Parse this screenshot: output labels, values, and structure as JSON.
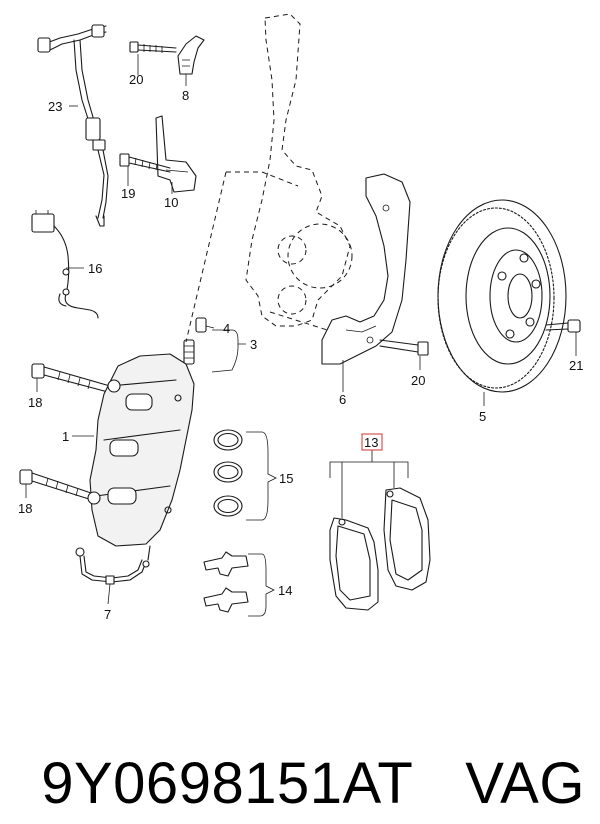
{
  "diagram": {
    "labels": {
      "p1": "1",
      "p3": "3",
      "p4": "4",
      "p5": "5",
      "p6": "6",
      "p7": "7",
      "p8": "8",
      "p10": "10",
      "p13": "13",
      "p14": "14",
      "p15": "15",
      "p16": "16",
      "p18a": "18",
      "p18b": "18",
      "p19": "19",
      "p20a": "20",
      "p20b": "20",
      "p21": "21",
      "p23": "23"
    },
    "highlight_color": "#d9534f"
  },
  "footer": {
    "part_number": "9Y0698151AT",
    "brand": "VAG"
  }
}
